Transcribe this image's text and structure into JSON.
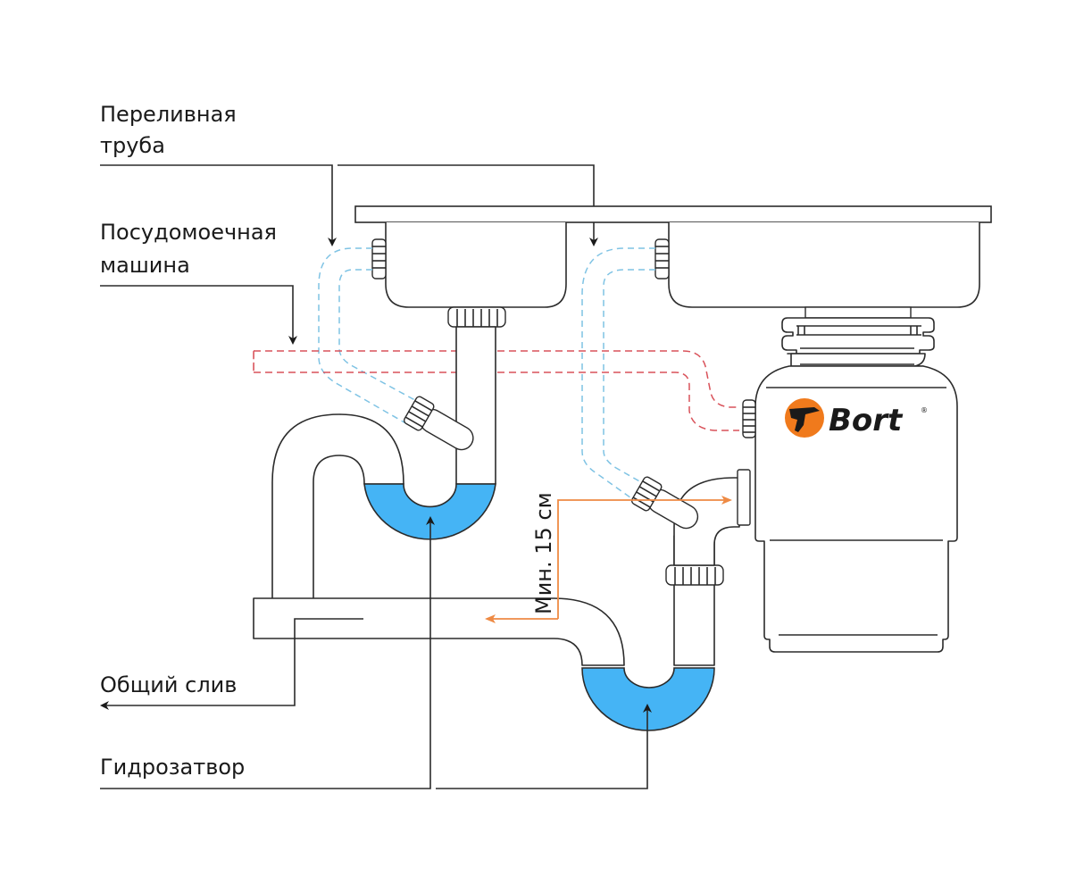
{
  "labels": {
    "overflow_pipe": [
      "Переливная",
      "труба"
    ],
    "dishwasher": [
      "Посудомоечная",
      "машина"
    ],
    "common_drain": "Общий слив",
    "water_seal": "Гидрозатвор",
    "min_height": "Мин. 15 см"
  },
  "brand": {
    "name": "Bort",
    "registered_mark": "®",
    "logo_circle_color": "#f07a1c",
    "text_color": "#1a1a1a"
  },
  "colors": {
    "water": "#45b4f5",
    "overflow_dashed": "#7fc3e4",
    "dishwasher_dashed": "#d9525a",
    "dimension_arrow": "#ee8a44",
    "outline": "#2b2b2b"
  }
}
